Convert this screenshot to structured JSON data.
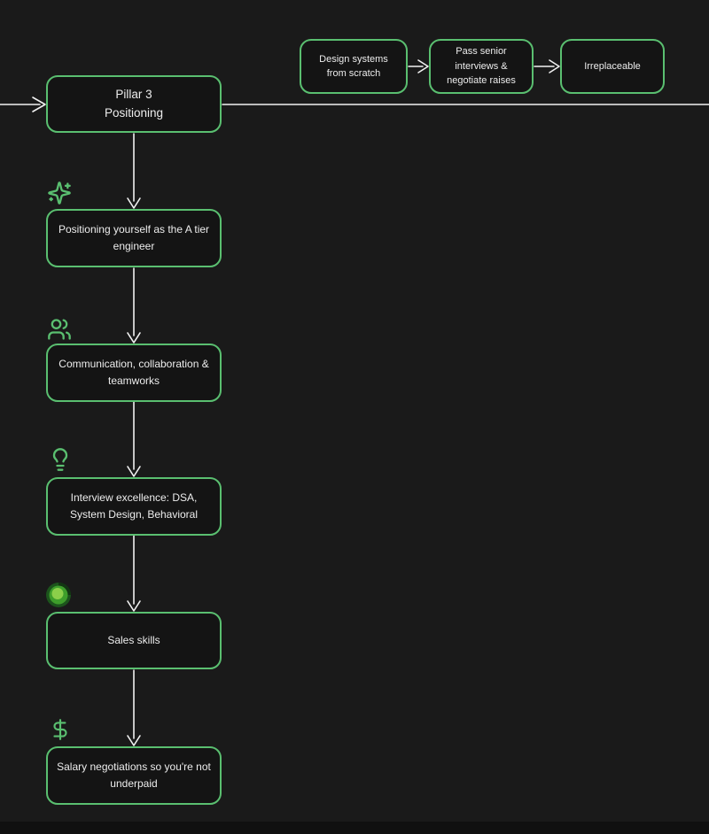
{
  "colors": {
    "background": "#1a1a1a",
    "bottom_strip": "#101010",
    "node_border": "#5abf70",
    "node_fill": "#141414",
    "node_text": "#ededed",
    "connector": "#f2f2f2",
    "icon_green": "#5abf70",
    "spiral_outer": "#1c541c",
    "spiral_mid": "#3e9e2b",
    "spiral_inner": "#8ccf4a"
  },
  "pillar_node": {
    "label": "Pillar 3\nPositioning"
  },
  "top_flow": {
    "nodes": [
      {
        "label": "Design systems from scratch"
      },
      {
        "label": "Pass senior interviews & negotiate raises"
      },
      {
        "label": "Irreplaceable"
      }
    ]
  },
  "steps": [
    {
      "icon": "sparkles-icon",
      "label": "Positioning yourself as the A tier engineer"
    },
    {
      "icon": "users-icon",
      "label": "Communication, collaboration & teamworks"
    },
    {
      "icon": "lightbulb-icon",
      "label": "Interview excellence: DSA, System Design, Behavioral"
    },
    {
      "icon": "spiral-icon",
      "label": "Sales skills"
    },
    {
      "icon": "dollar-icon",
      "label": "Salary negotiations so you're not underpaid"
    }
  ]
}
